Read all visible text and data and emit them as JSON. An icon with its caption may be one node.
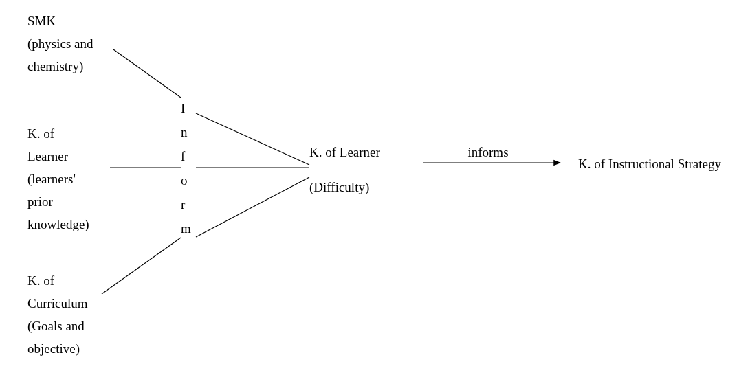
{
  "diagram": {
    "nodes": [
      {
        "text": [
          "SMK",
          "(physics and chemistry)"
        ]
      },
      {
        "text": [
          "K. of Learner",
          "(learners' prior knowledge)"
        ]
      },
      {
        "text": [
          "K. of Curriculum (Goals and objective)"
        ]
      },
      {
        "text": [
          "Inform"
        ]
      },
      {
        "text": [
          "K. of Learner",
          "(Difficulty)"
        ]
      },
      {
        "text": [
          "K. of Instructional Strategy"
        ]
      }
    ],
    "edges": [
      {
        "from": 0,
        "to": 3,
        "arrow": "none"
      },
      {
        "from": 1,
        "to": 3,
        "arrow": "none"
      },
      {
        "from": 2,
        "to": 3,
        "arrow": "none"
      },
      {
        "from": 3,
        "to": 4,
        "arrow": "none"
      },
      {
        "from": 3,
        "to": 4,
        "arrow": "none"
      },
      {
        "from": 3,
        "to": 4,
        "arrow": "none"
      },
      {
        "from": 4,
        "to": 5,
        "arrow": "to",
        "label": "informs"
      }
    ]
  }
}
